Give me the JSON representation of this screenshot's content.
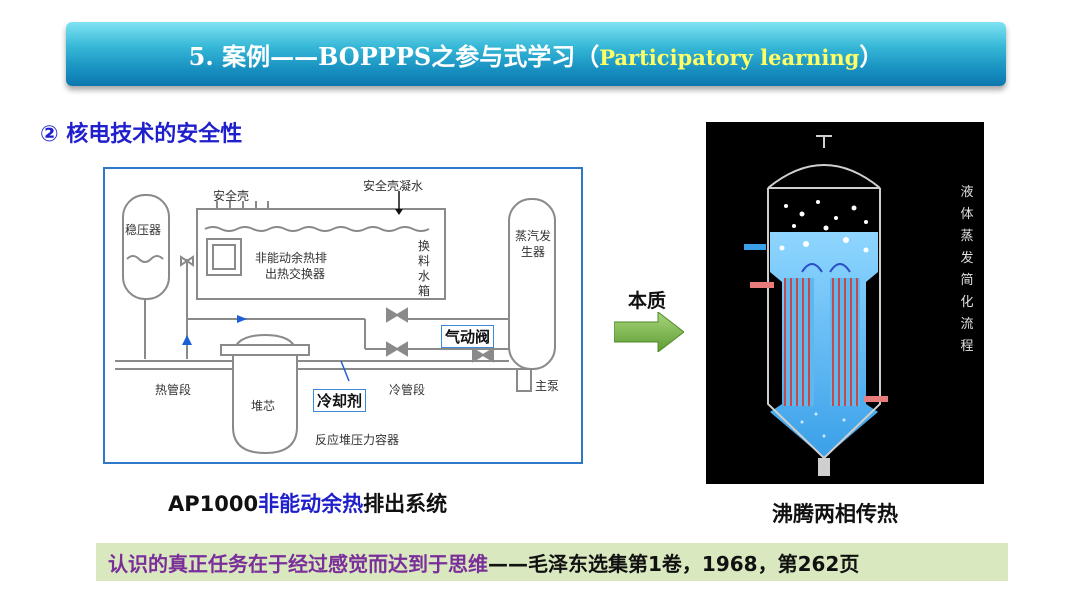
{
  "header": {
    "title_cn": "5. 案例——BOPPPS之参与式学习（",
    "title_en": "Participatory learning",
    "title_close": "）"
  },
  "subheading": "②   核电技术的安全性",
  "diagram": {
    "labels": {
      "pressurizer": "稳压器",
      "containment": "安全壳",
      "containment_condensate": "安全壳凝水",
      "heat_exchanger_line1": "非能动余热排",
      "heat_exchanger_line2": "出热交换器",
      "refueling_tank": "换料水箱",
      "steam_generator_line1": "蒸汽发",
      "steam_generator_line2": "生器",
      "hot_leg": "热管段",
      "cold_leg": "冷管段",
      "core": "堆芯",
      "main_pump": "主泵",
      "pressure_vessel": "反应堆压力容器"
    },
    "callouts": {
      "pneumatic_valve": "气动阀",
      "coolant": "冷却剂"
    }
  },
  "caption_left": {
    "prefix": "AP1000",
    "highlight": "非能动余热",
    "suffix": "排出系统"
  },
  "essence_label": "本质",
  "side_text": "液体蒸发简化流程",
  "caption_right": "沸腾两相传热",
  "quote": {
    "main": "认识的真正任务在于经过感觉而达到于思维",
    "source": "——毛泽东选集第1卷，1968，第262页"
  },
  "colors": {
    "banner_top": "#7fe3f2",
    "banner_bottom": "#0e78ad",
    "title_en": "#ffff66",
    "subheading": "#1f1fcc",
    "quote_bg": "#d9e8bf",
    "quote_text": "#7a2e9a",
    "arrow": "#7ab648"
  }
}
